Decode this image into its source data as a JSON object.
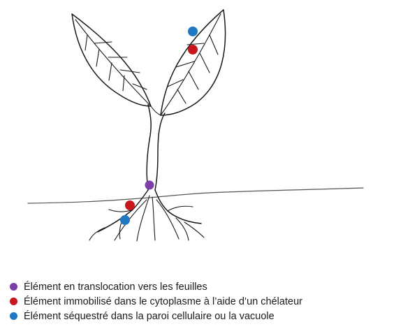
{
  "legend": {
    "items": [
      {
        "label": "Élément en translocation vers les feuilles",
        "color": "#7b3fa6"
      },
      {
        "label": "Élément  immobilisé dans le cytoplasme à l’aide d’un chélateur",
        "color": "#c8161d"
      },
      {
        "label": "Élément séquestré dans la paroi cellulaire ou la vacuole",
        "color": "#1f78c1"
      }
    ]
  },
  "colors": {
    "translocation": "#7b3fa6",
    "immobilized": "#c8161d",
    "sequestered": "#1f78c1",
    "ink": "#1a1a1a"
  }
}
